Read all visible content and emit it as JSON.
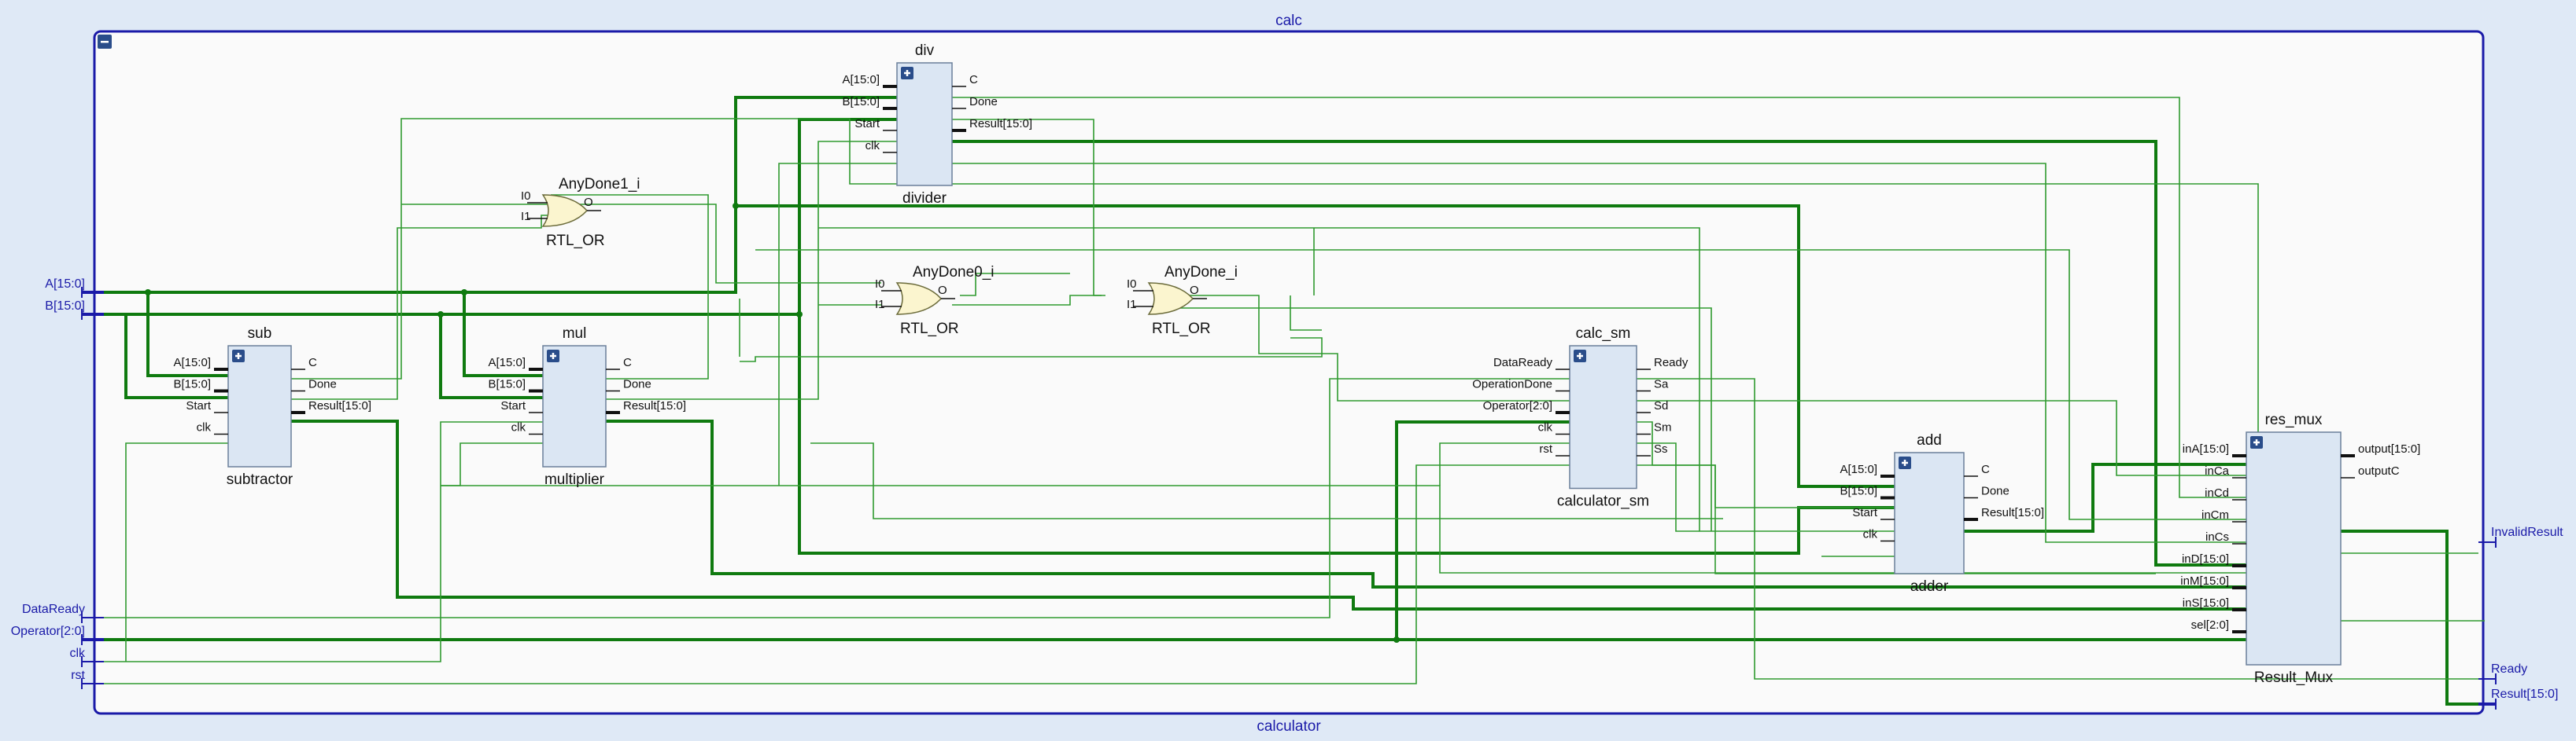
{
  "top": {
    "title": "calc",
    "bottom": "calculator"
  },
  "ports_in": [
    {
      "label": "A[15:0]",
      "bus": true
    },
    {
      "label": "B[15:0]",
      "bus": true
    },
    {
      "label": "DataReady",
      "bus": false
    },
    {
      "label": "Operator[2:0]",
      "bus": true
    },
    {
      "label": "clk",
      "bus": false
    },
    {
      "label": "rst",
      "bus": false
    }
  ],
  "ports_out": [
    {
      "label": "InvalidResult",
      "bus": false
    },
    {
      "label": "Ready",
      "bus": false
    },
    {
      "label": "Result[15:0]",
      "bus": true
    }
  ],
  "blocks": [
    {
      "id": "sub",
      "name": "sub",
      "module": "subtractor",
      "inputs": [
        "A[15:0]",
        "B[15:0]",
        "Start",
        "clk"
      ],
      "outputs": [
        "C",
        "Done",
        "Result[15:0]"
      ]
    },
    {
      "id": "mul",
      "name": "mul",
      "module": "multiplier",
      "inputs": [
        "A[15:0]",
        "B[15:0]",
        "Start",
        "clk"
      ],
      "outputs": [
        "C",
        "Done",
        "Result[15:0]"
      ]
    },
    {
      "id": "div",
      "name": "div",
      "module": "divider",
      "inputs": [
        "A[15:0]",
        "B[15:0]",
        "Start",
        "clk"
      ],
      "outputs": [
        "C",
        "Done",
        "Result[15:0]"
      ]
    },
    {
      "id": "calc_sm",
      "name": "calc_sm",
      "module": "calculator_sm",
      "inputs": [
        "DataReady",
        "OperationDone",
        "Operator[2:0]",
        "clk",
        "rst"
      ],
      "outputs": [
        "Ready",
        "Sa",
        "Sd",
        "Sm",
        "Ss"
      ]
    },
    {
      "id": "add",
      "name": "add",
      "module": "adder",
      "inputs": [
        "A[15:0]",
        "B[15:0]",
        "Start",
        "clk"
      ],
      "outputs": [
        "C",
        "Done",
        "Result[15:0]"
      ]
    },
    {
      "id": "res_mux",
      "name": "res_mux",
      "module": "Result_Mux",
      "inputs": [
        "inA[15:0]",
        "inCa",
        "inCd",
        "inCm",
        "inCs",
        "inD[15:0]",
        "inM[15:0]",
        "inS[15:0]",
        "sel[2:0]"
      ],
      "outputs": [
        "output[15:0]",
        "outputC"
      ]
    }
  ],
  "gates": [
    {
      "id": "AnyDone1",
      "name": "AnyDone1_i",
      "type": "RTL_OR",
      "inputs": [
        "I0",
        "I1"
      ],
      "output": "O"
    },
    {
      "id": "AnyDone0",
      "name": "AnyDone0_i",
      "type": "RTL_OR",
      "inputs": [
        "I0",
        "I1"
      ],
      "output": "O"
    },
    {
      "id": "AnyDone",
      "name": "AnyDone_i",
      "type": "RTL_OR",
      "inputs": [
        "I0",
        "I1"
      ],
      "output": "O"
    }
  ],
  "colors": {
    "net": "#2f9a2f",
    "bus": "#0f7a0f",
    "block_fill": "#dbe6f3",
    "gate_fill": "#fbf5cf",
    "port": "#1a1aa8",
    "frame": "#1a1aa8",
    "canvas": "#fafafa",
    "background": "#dfe9f6"
  }
}
